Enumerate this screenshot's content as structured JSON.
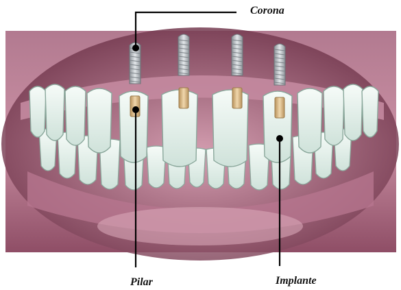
{
  "labels": {
    "corona": "Corona",
    "pilar": "Pilar",
    "implante": "Implante"
  },
  "colors": {
    "gum": "#c98fa3",
    "gum_dark": "#7a3a52",
    "tooth": "#e9f3ef",
    "tooth_shadow": "#9fb8ae",
    "implant_metal": "#b9bec3",
    "abutment": "#d9b98a",
    "leader_line": "#000000"
  }
}
